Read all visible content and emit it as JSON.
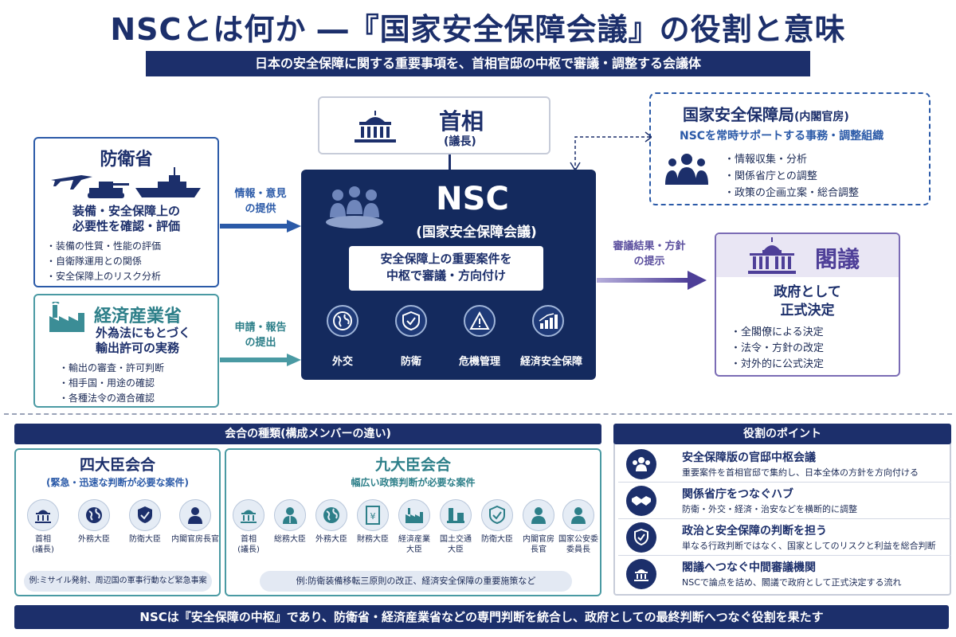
{
  "header": {
    "title": "NSCとは何か ―『国家安全保障会議』の役割と意味",
    "subtitle": "日本の安全保障に関する重要事項を、首相官邸の中枢で審議・調整する会議体"
  },
  "pm": {
    "title": "首相",
    "sub": "(議長)"
  },
  "secretariat": {
    "title": "国家安全保障局",
    "title_note": "(内閣官房)",
    "sub": "NSCを常時サポートする事務・調整組織",
    "items": [
      "情報収集・分析",
      "関係省庁との調整",
      "政策の企画立案・総合調整"
    ]
  },
  "mod": {
    "title": "防衛省",
    "role": "装備・安全保障上の\n必要性を確認・評価",
    "items": [
      "装備の性質・性能の評価",
      "自衛隊運用との関係",
      "安全保障上のリスク分析"
    ]
  },
  "meti": {
    "title": "経済産業省",
    "role": "外為法にもとづく\n輸出許可の実務",
    "items": [
      "輸出の審査・許可判断",
      "相手国・用途の確認",
      "各種法令の適合確認"
    ]
  },
  "arrows": {
    "mod_to_nsc": "情報・意見\nの提供",
    "meti_to_nsc": "申請・報告\nの提出",
    "nsc_to_cabinet": "審議結果・方針\nの提示"
  },
  "nsc": {
    "title": "NSC",
    "sub": "(国家安全保障会議)",
    "desc": "安全保障上の重要案件を\n中枢で審議・方向付け",
    "areas": [
      "外交",
      "防衛",
      "危機管理",
      "経済安全保障"
    ]
  },
  "cabinet": {
    "title": "閣議",
    "role": "政府として\n正式決定",
    "items": [
      "全閣僚による決定",
      "法令・方針の改定",
      "対外的に公式決定"
    ]
  },
  "types": {
    "header": "会合の種類(構成メンバーの違い)",
    "four": {
      "title": "四大臣会合",
      "sub": "(緊急・迅速な判断が必要な案件)",
      "members": [
        "首相\n(議長)",
        "外務大臣",
        "防衛大臣",
        "内閣官房長官"
      ],
      "example": "例:ミサイル発射、周辺国の軍事行動など緊急事案"
    },
    "nine": {
      "title": "九大臣会合",
      "sub": "幅広い政策判断が必要な案件",
      "members": [
        "首相\n(議長)",
        "総務大臣",
        "外務大臣",
        "財務大臣",
        "経済産業\n大臣",
        "国土交通\n大臣",
        "防衛大臣",
        "内閣官房\n長官",
        "国家公安委\n委員長"
      ],
      "example": "例:防衛装備移転三原則の改正、経済安全保障の重要施策など"
    }
  },
  "points": {
    "header": "役割のポイント",
    "items": [
      {
        "title": "安全保障版の官邸中枢会議",
        "desc": "重要案件を首相官邸で集約し、日本全体の方針を方向付ける"
      },
      {
        "title": "関係省庁をつなぐハブ",
        "desc": "防衛・外交・経済・治安などを横断的に調整"
      },
      {
        "title": "政治と安全保障の判断を担う",
        "desc": "単なる行政判断ではなく、国家としてのリスクと利益を総合判断"
      },
      {
        "title": "閣議へつなぐ中間審議機関",
        "desc": "NSCで論点を詰め、閣議で政府として正式決定する流れ"
      }
    ]
  },
  "footer": "NSCは『安全保障の中枢』であり、防衛省・経済産業省などの専門判断を統合し、政府としての最終判断へつなぐ役割を果たす"
}
